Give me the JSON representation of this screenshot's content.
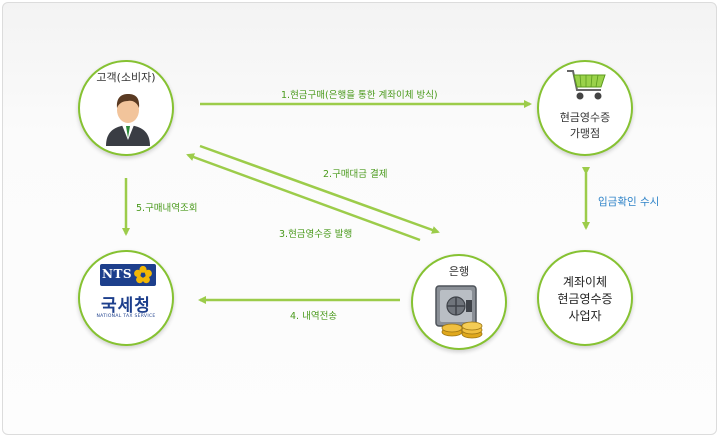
{
  "nodes": {
    "customer": {
      "label": "고객(소비자)",
      "icon": "businessman-icon"
    },
    "store": {
      "line1": "현금영수증",
      "line2": "가맹점",
      "icon": "shopping-cart-icon"
    },
    "bank": {
      "label": "은행",
      "icon": "vault-with-coins-icon"
    },
    "business": {
      "line1": "계좌이체",
      "line2": "현금영수증",
      "line3": "사업자"
    },
    "nts": {
      "logo_text": "NTS",
      "name": "국세청",
      "subtitle": "NATIONAL TAX SERVICE",
      "icon": "nts-logo"
    }
  },
  "arrows": {
    "a1": "1.현금구매(은행을 통한 계좌이체 방식)",
    "a2": "2.구매대금 결제",
    "a3": "3.현금영수증 발행",
    "a4": "4. 내역전송",
    "a5": "5.구매내역조회",
    "deposit": "입금확인 수시"
  },
  "colors": {
    "arrow": "#9ccc4a",
    "node_border": "#86c232",
    "label_green": "#4a9a1c",
    "label_blue": "#2e83c8",
    "nts_blue": "#1d3f8c",
    "nts_gold": "#f2b705"
  }
}
